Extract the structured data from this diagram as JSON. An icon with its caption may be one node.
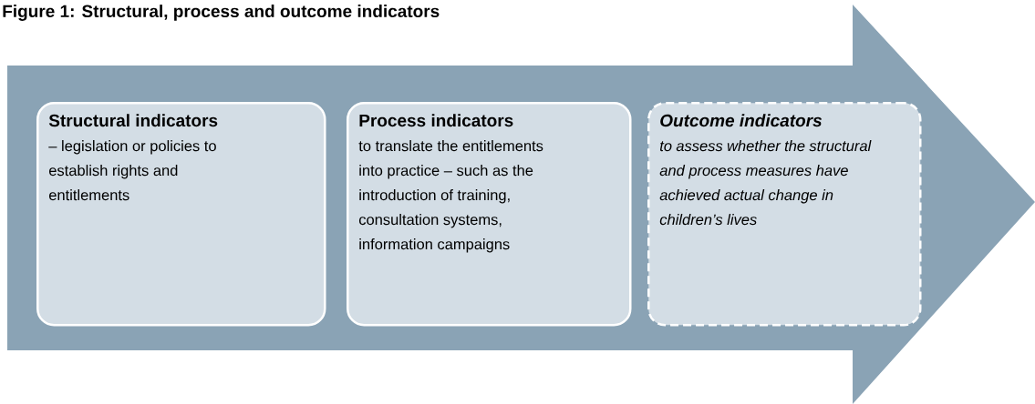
{
  "diagram": {
    "title": "Figure 1: Structural, process and outcome indicators",
    "nodes": [
      {
        "text": [],
        "shape": "arrow"
      },
      {
        "text": [
          "Structural indicators",
          "– legislation or policies to establish rights and entitlements"
        ],
        "in": 0
      },
      {
        "text": [
          "Process indicators",
          "to translate the entitlements into practice – such as the introduction of training, consultation systems, information campaigns"
        ],
        "in": 0
      },
      {
        "text": [
          "Outcome indicators",
          "to assess whether the structural and process measures have achieved actual change in children’s lives"
        ],
        "in": 0
      }
    ]
  }
}
